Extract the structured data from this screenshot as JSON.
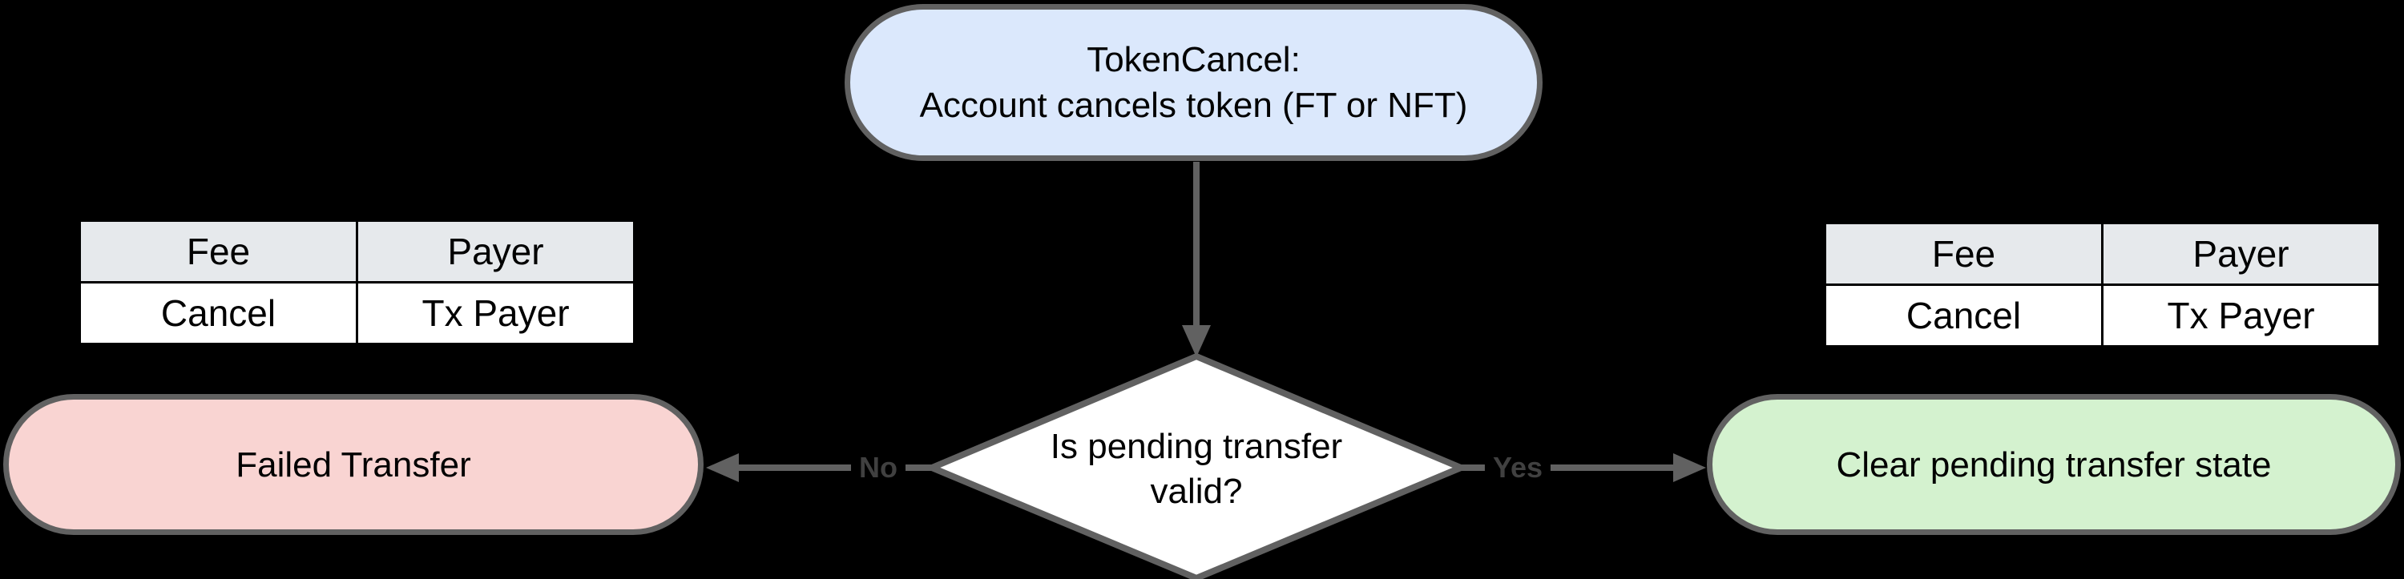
{
  "diagram": {
    "nodes": {
      "start": {
        "line1": "TokenCancel:",
        "line2": "Account cancels token (FT or NFT)"
      },
      "decision": {
        "line1": "Is pending transfer",
        "line2": "valid?"
      },
      "fail": {
        "label": "Failed Transfer"
      },
      "success": {
        "label": "Clear pending transfer state"
      }
    },
    "edges": {
      "no_label": "No",
      "yes_label": "Yes"
    },
    "tables": {
      "left": {
        "headers": [
          "Fee",
          "Payer"
        ],
        "rows": [
          [
            "Cancel",
            "Tx Payer"
          ]
        ]
      },
      "right": {
        "headers": [
          "Fee",
          "Payer"
        ],
        "rows": [
          [
            "Cancel",
            "Tx Payer"
          ]
        ]
      }
    },
    "colors": {
      "background": "#000000",
      "stroke": "#616161",
      "start_fill": "#dbe8fc",
      "decision_fill": "#ffffff",
      "fail_fill": "#f9d4d2",
      "success_fill": "#d4f2cf",
      "table_header_fill": "#e6e9ec",
      "table_body_fill": "#ffffff",
      "table_border": "#000000",
      "edge_label_color": "#404040",
      "node_text_color": "#000000"
    }
  }
}
